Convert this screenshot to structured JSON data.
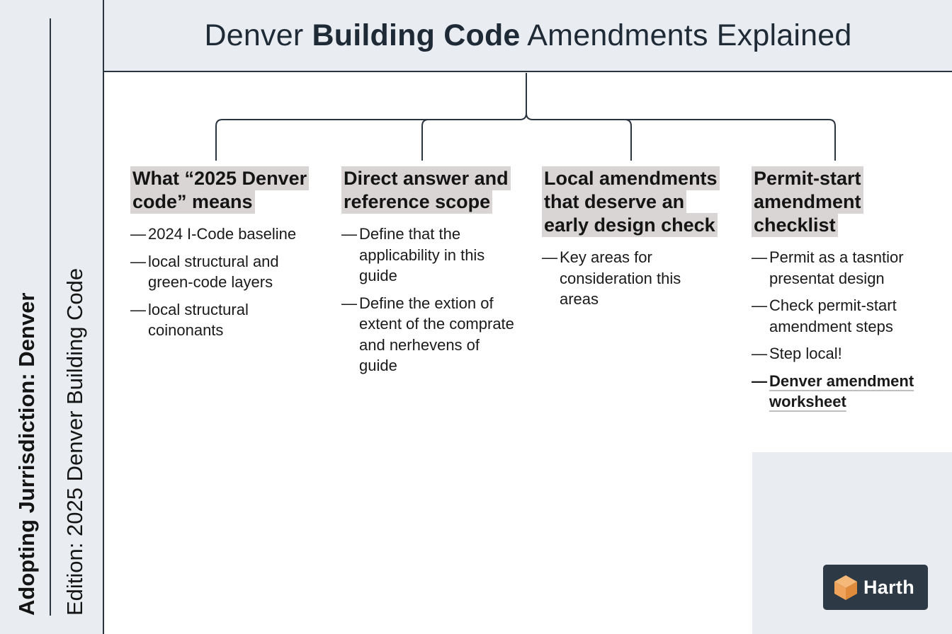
{
  "header": {
    "title_pre": "Denver ",
    "title_bold": "Building Code",
    "title_post": " Amendments Explained"
  },
  "sidebar": {
    "jurisdiction": "Adopting Jurrisdiction: Denver",
    "edition": "Edition: 2025 Denver Building Code"
  },
  "columns": [
    {
      "title": "What “2025 Denver code” means",
      "bullets": [
        "2024 I-Code baseline",
        "local structural and green-code layers",
        "local structural coinonants"
      ]
    },
    {
      "title": "Direct answer and reference scope",
      "bullets": [
        "Define that the applicability in this guide",
        "Define the extion of extent of the comprate and nerhevens of guide"
      ]
    },
    {
      "title": "Local amendments that deserve an early design check",
      "bullets": [
        "Key areas for consideration this areas"
      ]
    },
    {
      "title": "Permit-start amendment checklist",
      "bullets": [
        "Permit as a tasntior presentat design",
        "Check permit-start amendment steps",
        "Step local!"
      ],
      "bold_bullet": "Denver amendment worksheet"
    }
  ],
  "logo": {
    "text": "Harth",
    "icon": "cube-icon"
  }
}
